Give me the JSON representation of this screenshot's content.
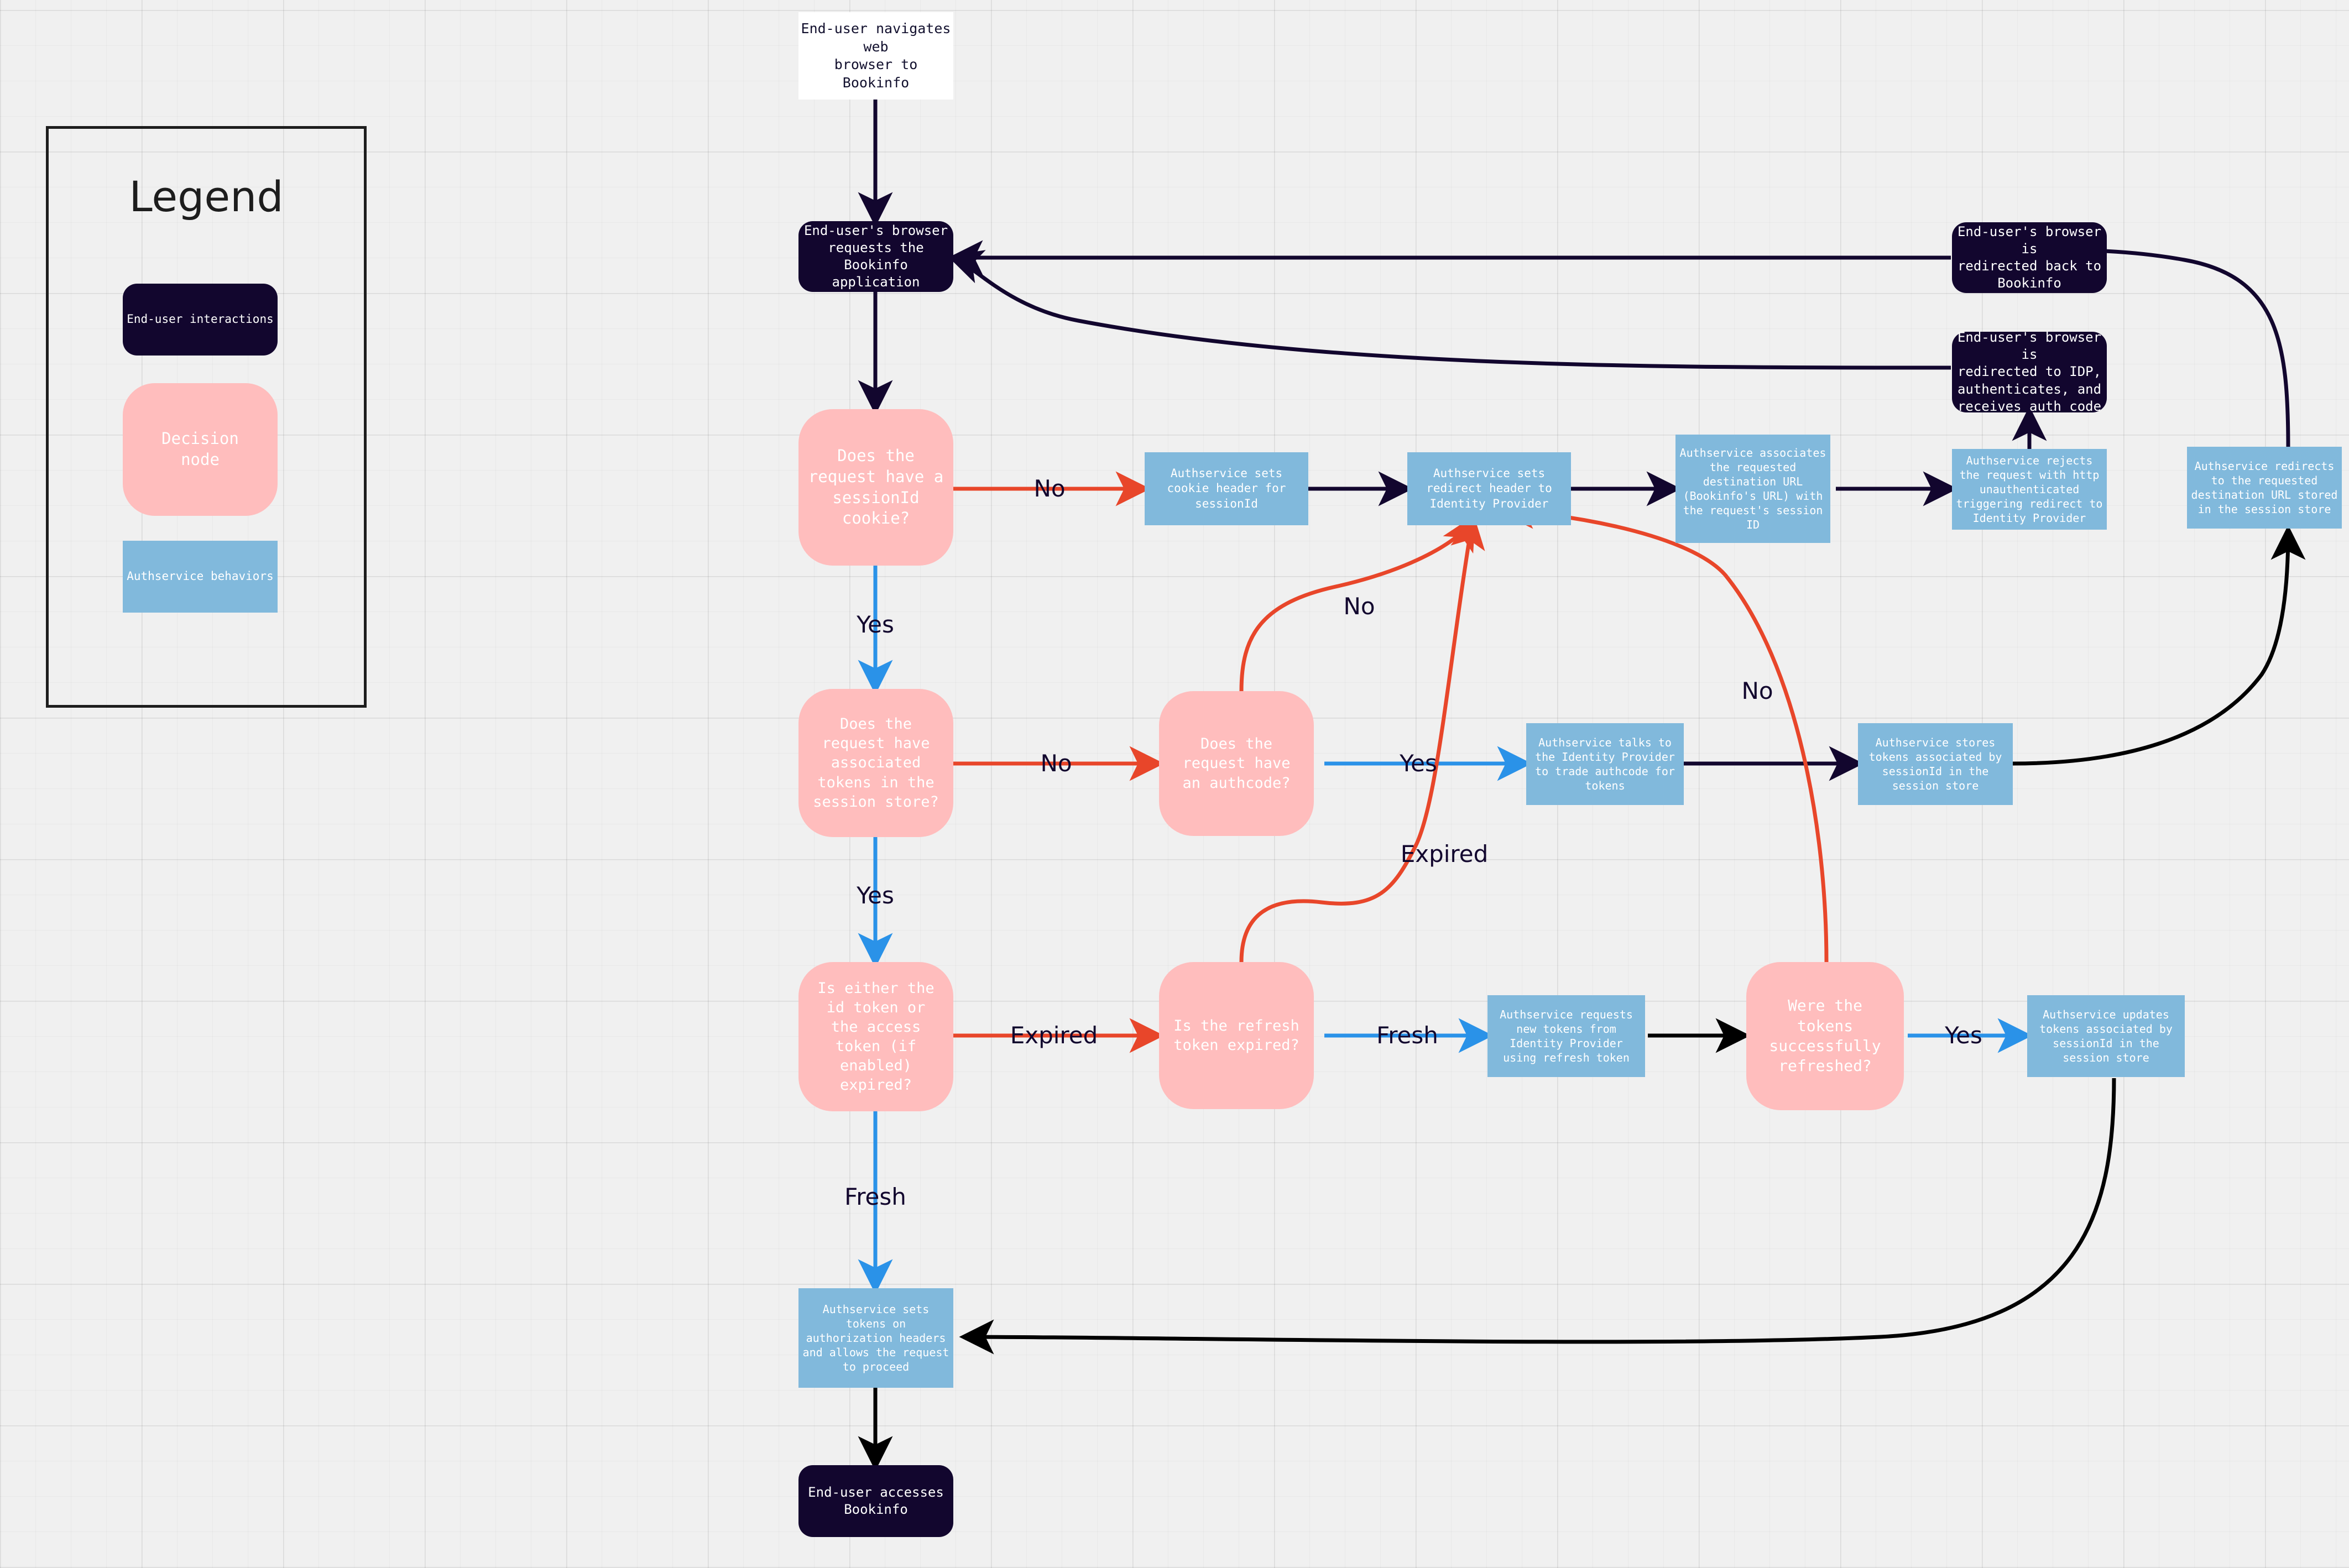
{
  "legend": {
    "title": "Legend",
    "items": [
      {
        "label": "End-user interactions",
        "kind": "end-user",
        "color": "#12062e"
      },
      {
        "label": "Decision\nnode",
        "kind": "decision",
        "color": "#ffbdbd"
      },
      {
        "label": "Authservice behaviors",
        "kind": "authservice",
        "color": "#81b9dc"
      }
    ]
  },
  "colors": {
    "background": "#f0f0f0",
    "end_user_node": "#12062e",
    "decision_node": "#ffbdbd",
    "authservice_node": "#81b9dc",
    "edge_default": "#12062e",
    "edge_no": "#e8462a",
    "edge_yes": "#2a92e8",
    "edge_black": "#000000"
  },
  "chart_data": {
    "type": "flowchart",
    "title": "Authservice Bookinfo authentication flow",
    "nodes": [
      {
        "id": "start",
        "label": "End-user navigates web\nbrowser to Bookinfo",
        "kind": "start"
      },
      {
        "id": "req_bookinfo",
        "label": "End-user's browser\nrequests the Bookinfo\napplication",
        "kind": "end-user"
      },
      {
        "id": "d_session",
        "label": "Does the\nrequest have a\nsessionId\ncookie?",
        "kind": "decision"
      },
      {
        "id": "set_cookie",
        "label": "Authservice sets\ncookie header for\nsessionId",
        "kind": "authservice"
      },
      {
        "id": "set_redirect",
        "label": "Authservice sets\nredirect header to\nIdentity Provider",
        "kind": "authservice"
      },
      {
        "id": "assoc_url",
        "label": "Authservice associates\nthe requested\ndestination URL\n(Bookinfo's URL) with\nthe request's session\nID",
        "kind": "authservice"
      },
      {
        "id": "reject_http",
        "label": "Authservice rejects\nthe request with http\nunauthenticated\ntriggering redirect to\nIdentity Provider",
        "kind": "authservice"
      },
      {
        "id": "redirect_idp",
        "label": "End-user's browser is\nredirected to IDP,\nauthenticates, and\nreceives auth code",
        "kind": "end-user"
      },
      {
        "id": "back_bookinfo",
        "label": "End-user's browser is\nredirected back to\nBookinfo",
        "kind": "end-user"
      },
      {
        "id": "d_tokens",
        "label": "Does the\nrequest have\nassociated\ntokens in the\nsession store?",
        "kind": "decision"
      },
      {
        "id": "d_authcode",
        "label": "Does the\nrequest have\nan authcode?",
        "kind": "decision"
      },
      {
        "id": "trade_code",
        "label": "Authservice talks to\nthe Identity Provider\nto trade authcode for\ntokens",
        "kind": "authservice"
      },
      {
        "id": "store_tokens",
        "label": "Authservice stores\ntokens associated by\nsessionId in the\nsession store",
        "kind": "authservice"
      },
      {
        "id": "redirect_dest",
        "label": "Authservice redirects\nto the requested\ndestination URL stored\nin the session store",
        "kind": "authservice"
      },
      {
        "id": "d_expired",
        "label": "Is either the\nid token or\nthe access\ntoken (if\nenabled)\nexpired?",
        "kind": "decision"
      },
      {
        "id": "d_refresh",
        "label": "Is the refresh\ntoken expired?",
        "kind": "decision"
      },
      {
        "id": "req_new",
        "label": "Authservice requests\nnew tokens from\nIdentity Provider\nusing refresh token",
        "kind": "authservice"
      },
      {
        "id": "d_refreshed",
        "label": "Were the\ntokens\nsuccessfully\nrefreshed?",
        "kind": "decision"
      },
      {
        "id": "update_tokens",
        "label": "Authservice updates\ntokens associated by\nsessionId in the\nsession store",
        "kind": "authservice"
      },
      {
        "id": "set_auth_hdr",
        "label": "Authservice sets\ntokens on\nauthorization headers\nand allows the request\nto proceed",
        "kind": "authservice"
      },
      {
        "id": "accesses",
        "label": "End-user accesses\nBookinfo",
        "kind": "end-user"
      }
    ],
    "edges": [
      {
        "from": "start",
        "to": "req_bookinfo",
        "label": "",
        "color": "#12062e"
      },
      {
        "from": "req_bookinfo",
        "to": "d_session",
        "label": "",
        "color": "#12062e"
      },
      {
        "from": "d_session",
        "to": "set_cookie",
        "label": "No",
        "color": "#e8462a"
      },
      {
        "from": "d_session",
        "to": "d_tokens",
        "label": "Yes",
        "color": "#2a92e8"
      },
      {
        "from": "set_cookie",
        "to": "set_redirect",
        "label": "",
        "color": "#12062e"
      },
      {
        "from": "set_redirect",
        "to": "assoc_url",
        "label": "",
        "color": "#12062e"
      },
      {
        "from": "assoc_url",
        "to": "reject_http",
        "label": "",
        "color": "#12062e"
      },
      {
        "from": "reject_http",
        "to": "redirect_idp",
        "label": "",
        "color": "#12062e"
      },
      {
        "from": "redirect_idp",
        "to": "req_bookinfo",
        "label": "",
        "color": "#12062e"
      },
      {
        "from": "d_tokens",
        "to": "d_authcode",
        "label": "No",
        "color": "#e8462a"
      },
      {
        "from": "d_tokens",
        "to": "d_expired",
        "label": "Yes",
        "color": "#2a92e8"
      },
      {
        "from": "d_authcode",
        "to": "set_redirect",
        "label": "No",
        "color": "#e8462a"
      },
      {
        "from": "d_authcode",
        "to": "trade_code",
        "label": "Yes",
        "color": "#2a92e8"
      },
      {
        "from": "trade_code",
        "to": "store_tokens",
        "label": "",
        "color": "#12062e"
      },
      {
        "from": "store_tokens",
        "to": "redirect_dest",
        "label": "",
        "color": "#12062e"
      },
      {
        "from": "redirect_dest",
        "to": "back_bookinfo",
        "label": "",
        "color": "#12062e"
      },
      {
        "from": "back_bookinfo",
        "to": "req_bookinfo",
        "label": "",
        "color": "#12062e"
      },
      {
        "from": "d_expired",
        "to": "d_refresh",
        "label": "Expired",
        "color": "#e8462a"
      },
      {
        "from": "d_expired",
        "to": "set_auth_hdr",
        "label": "Fresh",
        "color": "#2a92e8"
      },
      {
        "from": "d_refresh",
        "to": "set_redirect",
        "label": "Expired",
        "color": "#e8462a"
      },
      {
        "from": "d_refresh",
        "to": "req_new",
        "label": "Fresh",
        "color": "#2a92e8"
      },
      {
        "from": "req_new",
        "to": "d_refreshed",
        "label": "",
        "color": "#000000"
      },
      {
        "from": "d_refreshed",
        "to": "set_redirect",
        "label": "No",
        "color": "#e8462a"
      },
      {
        "from": "d_refreshed",
        "to": "update_tokens",
        "label": "Yes",
        "color": "#2a92e8"
      },
      {
        "from": "update_tokens",
        "to": "set_auth_hdr",
        "label": "",
        "color": "#000000"
      },
      {
        "from": "set_auth_hdr",
        "to": "accesses",
        "label": "",
        "color": "#000000"
      }
    ],
    "edge_labels": [
      "No",
      "Yes",
      "No",
      "Yes",
      "No",
      "Expired",
      "Fresh",
      "Expired",
      "Fresh",
      "No",
      "Yes"
    ]
  }
}
